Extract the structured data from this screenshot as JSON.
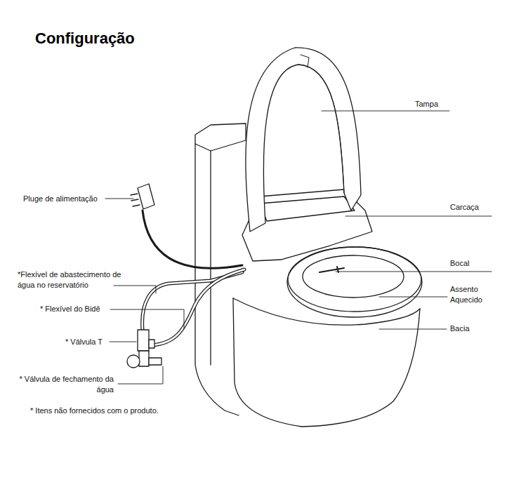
{
  "diagram": {
    "title": "Configuração",
    "labels": [
      "Tampa",
      "Carcaça",
      "Bocal",
      "Assento Aquecido",
      "Bacia",
      "Pluge de alimentação",
      "*Flexível de abastecimento de água no reservatório",
      "* Flexível do Bidê",
      "* Válvula T",
      "* Válvula de fechamento da água",
      "* Itens não fornecidos com o produto."
    ]
  }
}
